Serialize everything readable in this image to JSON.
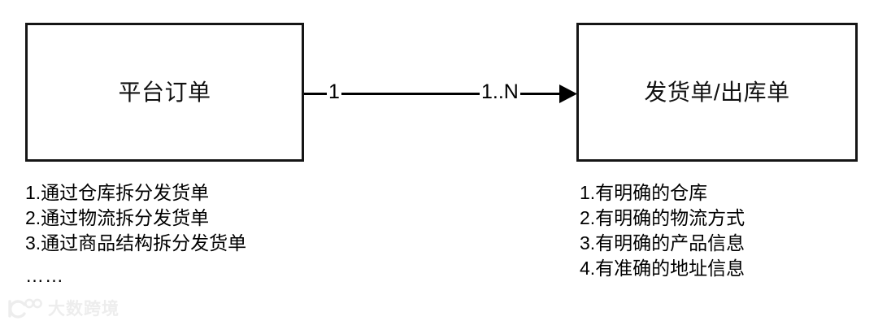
{
  "diagram": {
    "entities": [
      {
        "id": "platform-order",
        "title": "平台订单",
        "notes": [
          "1.通过仓库拆分发货单",
          "2.通过物流拆分发货单",
          "3.通过商品结构拆分发货单"
        ],
        "ellipsis": "……"
      },
      {
        "id": "shipment-order",
        "title": "发货单/出库单",
        "notes": [
          "1.有明确的仓库",
          "2.有明确的物流方式",
          "3.有明确的产品信息",
          "4.有准确的地址信息"
        ]
      }
    ],
    "relationship": {
      "source_cardinality": "1",
      "target_cardinality": "1..N",
      "direction": "source-to-target",
      "arrow_icon": "arrow-right-icon",
      "line_color": "#000000"
    },
    "colors": {
      "background": "#ffffff",
      "stroke": "#151515",
      "text": "#000000",
      "watermark": "#ececec"
    }
  },
  "watermark": {
    "logo_icon": "dashu-kuajing-logo-icon",
    "text": "大数跨境"
  }
}
